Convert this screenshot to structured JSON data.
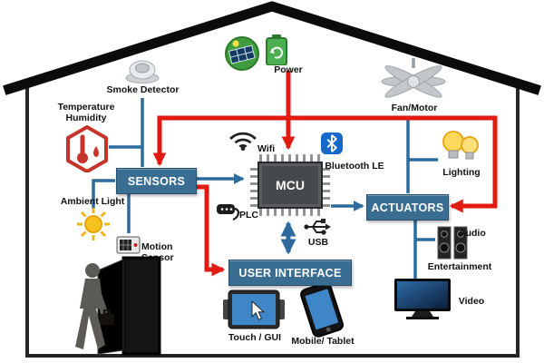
{
  "diagram": {
    "boxes": {
      "sensors": "SENSORS",
      "actuators": "ACTUATORS",
      "user_interface": "USER INTERFACE",
      "mcu": "MCU"
    },
    "labels": {
      "smoke_detector": "Smoke Detector",
      "power": "Power",
      "temperature_humidity": "Temperature Humidity",
      "ambient_light": "Ambient Light",
      "motion_sensor": "Motion Sensor",
      "wifi": "Wifi",
      "bluetooth_le": "Bluetooth LE",
      "plc": "PLC",
      "usb": "USB",
      "fan_motor": "Fan/Motor",
      "lighting": "Lighting",
      "audio": "Audio",
      "entertainment": "Entertainment",
      "video": "Video",
      "touch_gui": "Touch / GUI",
      "mobile_tablet": "Mobile/ Tablet"
    },
    "colors": {
      "red": "#e11b12",
      "blue": "#2d6b9e",
      "box": "#3a6d92"
    }
  }
}
